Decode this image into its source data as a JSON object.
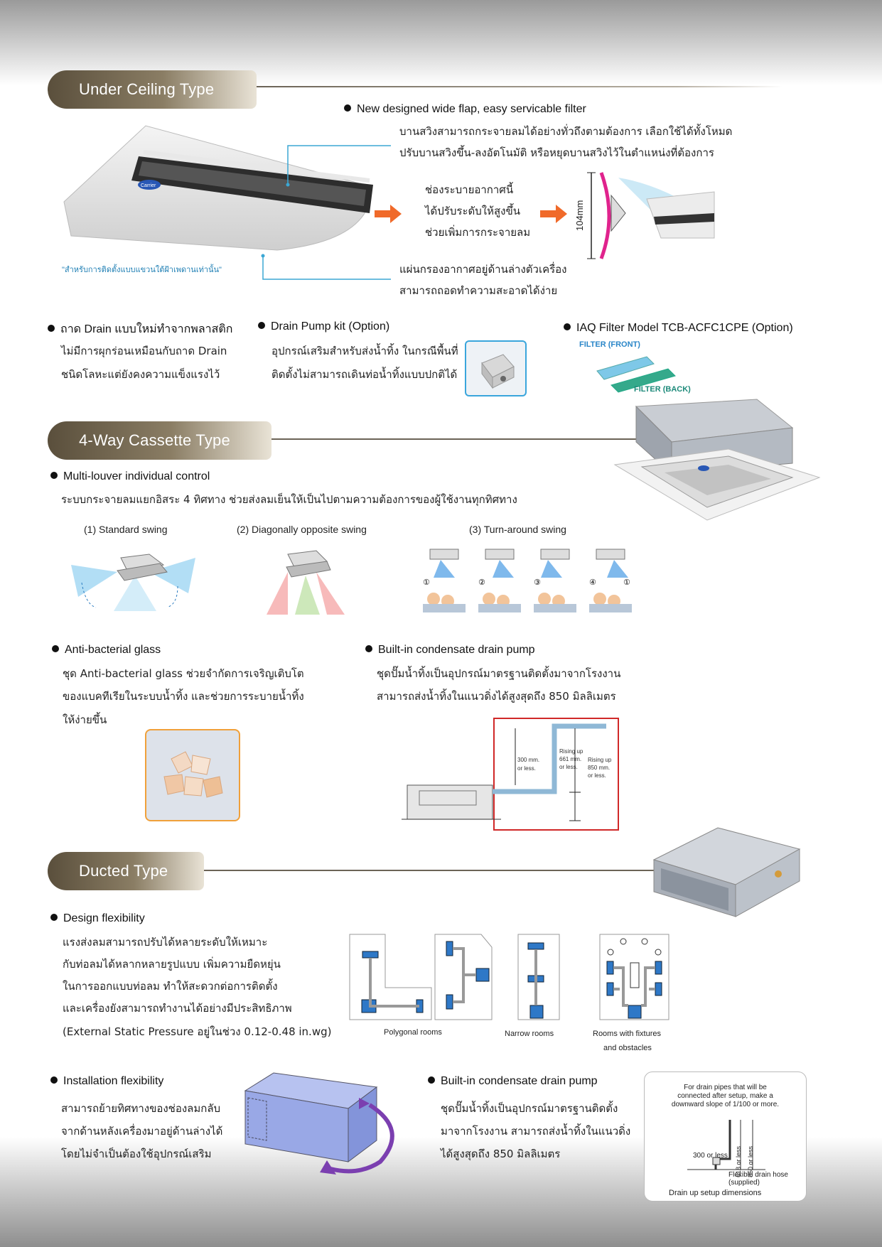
{
  "under_ceiling": {
    "title": "Under Ceiling Type",
    "flap_heading": "New designed wide flap, easy servicable filter",
    "flap_desc": [
      "บานสวิงสามารถกระจายลมได้อย่างทั่วถึงตามต้องการ  เลือกใช้ได้ทั้งโหมด",
      "ปรับบานสวิงขึ้น-ลงอัตโนมัติ  หรือหยุดบานสวิงไว้ในตำแหน่งที่ต้องการ"
    ],
    "outlet_desc": [
      "ช่องระบายอากาศนี้",
      "ได้ปรับระดับให้สูงขึ้น",
      "ช่วยเพิ่มการกระจายลม"
    ],
    "dimension_label": "104mm",
    "unit_brand": "Carrier",
    "install_note": "\"สำหรับการติดตั้งแบบแขวนใต้ฝ้าเพดานเท่านั้น\"",
    "filter_desc": [
      "แผ่นกรองอากาศอยู่ด้านล่างตัวเครื่อง",
      "สามารถถอดทำความสะอาดได้ง่าย"
    ],
    "drain_tray_heading": "ถาด Drain แบบใหม่ทำจากพลาสติก",
    "drain_tray_desc": [
      "ไม่มีการผุกร่อนเหมือนกับถาด Drain",
      "ชนิดโลหะแต่ยังคงความแข็งแรงไว้"
    ],
    "pump_kit_heading": "Drain Pump kit (Option)",
    "pump_kit_desc": [
      "อุปกรณ์เสริมสำหรับส่งน้ำทิ้ง ในกรณีพื้นที่",
      "ติดตั้งไม่สามารถเดินท่อน้ำทิ้งแบบปกติได้"
    ],
    "iaq_heading": "IAQ Filter Model TCB-ACFC1CPE (Option)",
    "filter_front": "FILTER (FRONT)",
    "filter_back": "FILTER (BACK)"
  },
  "cassette": {
    "title": "4-Way Cassette Type",
    "louver_heading": "Multi-louver individual control",
    "louver_desc": "ระบบกระจายลมแยกอิสระ 4 ทิศทาง  ช่วยส่งลมเย็นให้เป็นไปตามความต้องการของผู้ใช้งานทุกทิศทาง",
    "swings": [
      "(1) Standard swing",
      "(2) Diagonally opposite swing",
      "(3) Turn-around swing"
    ],
    "step_labels": [
      "①",
      "②",
      "③",
      "④",
      "①"
    ],
    "glass_heading": "Anti-bacterial glass",
    "glass_desc": [
      "ชุด Anti-bacterial glass ช่วยจำกัดการเจริญเติบโต",
      "ของแบคทีเรียในระบบน้ำทิ้ง  และช่วยการระบายน้ำทิ้ง",
      "ให้ง่ายขึ้น"
    ],
    "pump_heading": "Built-in condensate drain pump",
    "pump_desc": [
      "ชุดปั๊มน้ำทิ้งเป็นอุปกรณ์มาตรฐานติดตั้งมาจากโรงงาน",
      "สามารถส่งน้ำทิ้งในแนวดิ่งได้สูงสุดถึง 850 มิลลิเมตร"
    ],
    "diagram_labels": {
      "a": [
        "300 mm.",
        "or less."
      ],
      "b": [
        "Rising up",
        "661 mm.",
        "or less."
      ],
      "c": [
        "Rising up",
        "850 mm.",
        "or less."
      ]
    }
  },
  "ducted": {
    "title": "Ducted Type",
    "design_heading": "Design flexibility",
    "design_desc": [
      "แรงส่งลมสามารถปรับได้หลายระดับให้เหมาะ",
      "กับท่อลมได้หลากหลายรูปแบบ  เพิ่มความยืดหยุ่น",
      "ในการออกแบบท่อลม  ทำให้สะดวกต่อการติดตั้ง",
      "และเครื่องยังสามารถทำงานได้อย่างมีประสิทธิภาพ",
      "(External Static Pressure อยู่ในช่วง 0.12-0.48 in.wg)"
    ],
    "room_captions": [
      "Polygonal rooms",
      "Narrow rooms",
      "Rooms with fixtures",
      "and obstacles"
    ],
    "install_heading": "Installation flexibility",
    "install_desc": [
      "สามารถย้ายทิศทางของช่องลมกลับ",
      "จากด้านหลังเครื่องมาอยู่ด้านล่างได้",
      "โดยไม่จำเป็นต้องใช้อุปกรณ์เสริม"
    ],
    "pump_heading": "Built-in condensate drain pump",
    "pump_desc": [
      "ชุดปั๊มน้ำทิ้งเป็นอุปกรณ์มาตรฐานติดตั้ง",
      "มาจากโรงงาน  สามารถส่งน้ำทิ้งในแนวดิ่ง",
      "ได้สูงสุดถึง 850  มิลลิเมตร"
    ],
    "drain_box": {
      "note": [
        "For drain pipes that will be",
        "connected after setup, make a",
        "downward slope of 1/100 or more."
      ],
      "l300": "300 or less",
      "l618": "618 or less",
      "l850": "850 or less",
      "hose": [
        "Flexible drain hose",
        "(supplied)"
      ],
      "caption": "Drain up setup dimensions"
    }
  }
}
